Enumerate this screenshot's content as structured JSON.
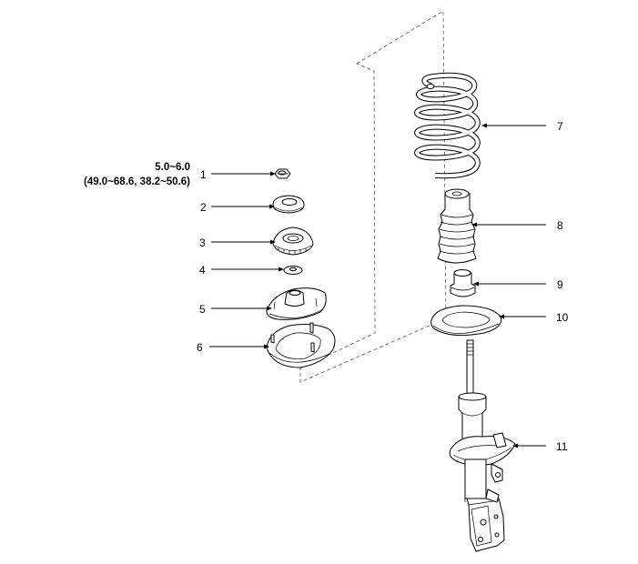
{
  "torque_spec": {
    "value": "5.0~6.0",
    "alternate_units": "(49.0~68.6, 38.2~50.6)"
  },
  "callouts": [
    {
      "number": "1",
      "part": "self-locking-nut"
    },
    {
      "number": "2",
      "part": "dust-cover"
    },
    {
      "number": "3",
      "part": "strut-bearing"
    },
    {
      "number": "4",
      "part": "washer"
    },
    {
      "number": "5",
      "part": "strut-insulator"
    },
    {
      "number": "6",
      "part": "upper-spring-seat"
    },
    {
      "number": "7",
      "part": "coil-spring"
    },
    {
      "number": "8",
      "part": "dust-boot"
    },
    {
      "number": "9",
      "part": "bumper-rubber"
    },
    {
      "number": "10",
      "part": "lower-spring-pad"
    },
    {
      "number": "11",
      "part": "strut-assembly"
    }
  ]
}
